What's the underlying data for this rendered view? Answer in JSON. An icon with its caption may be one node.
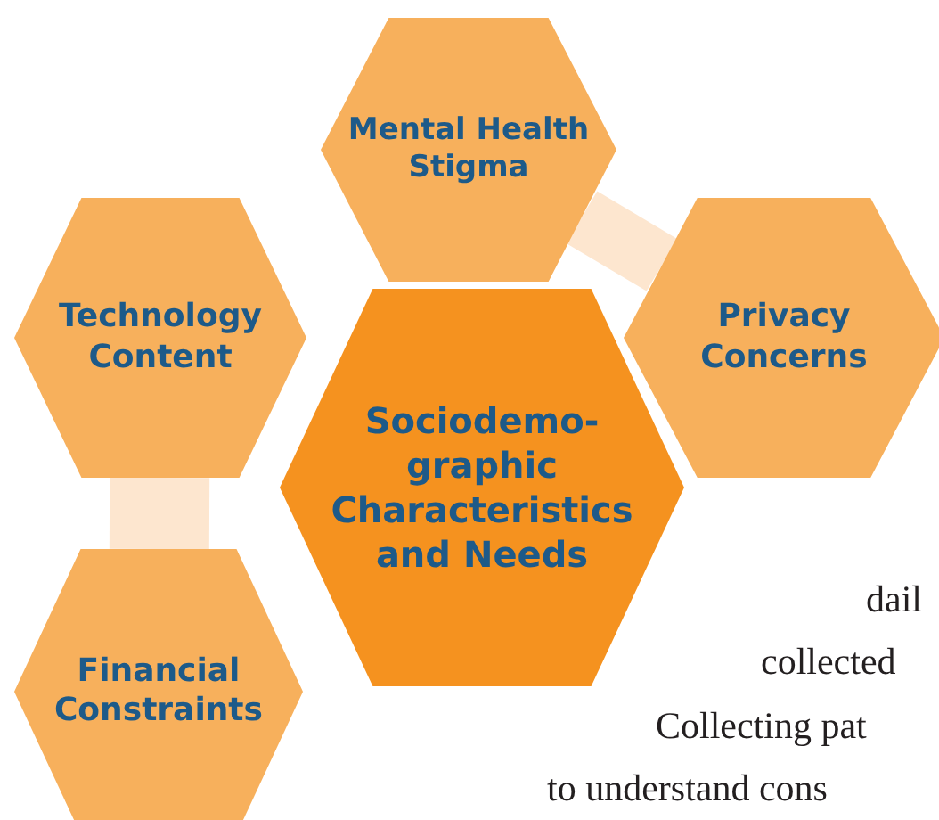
{
  "diagram": {
    "nodes": [
      {
        "text": [
          "Mental Health Stigma"
        ]
      },
      {
        "text": [
          "Technology Content"
        ]
      },
      {
        "text": [
          "Privacy Concerns"
        ]
      },
      {
        "text": [
          "Sociodemo-graphic Characteristics and Needs"
        ]
      },
      {
        "text": [
          "Financial Constraints"
        ]
      }
    ],
    "edges": [
      {
        "from": 0,
        "to": 2,
        "arrow": "none"
      },
      {
        "from": 1,
        "to": 4,
        "arrow": "none"
      }
    ],
    "labels": [
      "dail",
      "collected",
      "Collecting pat",
      "to understand cons"
    ]
  }
}
